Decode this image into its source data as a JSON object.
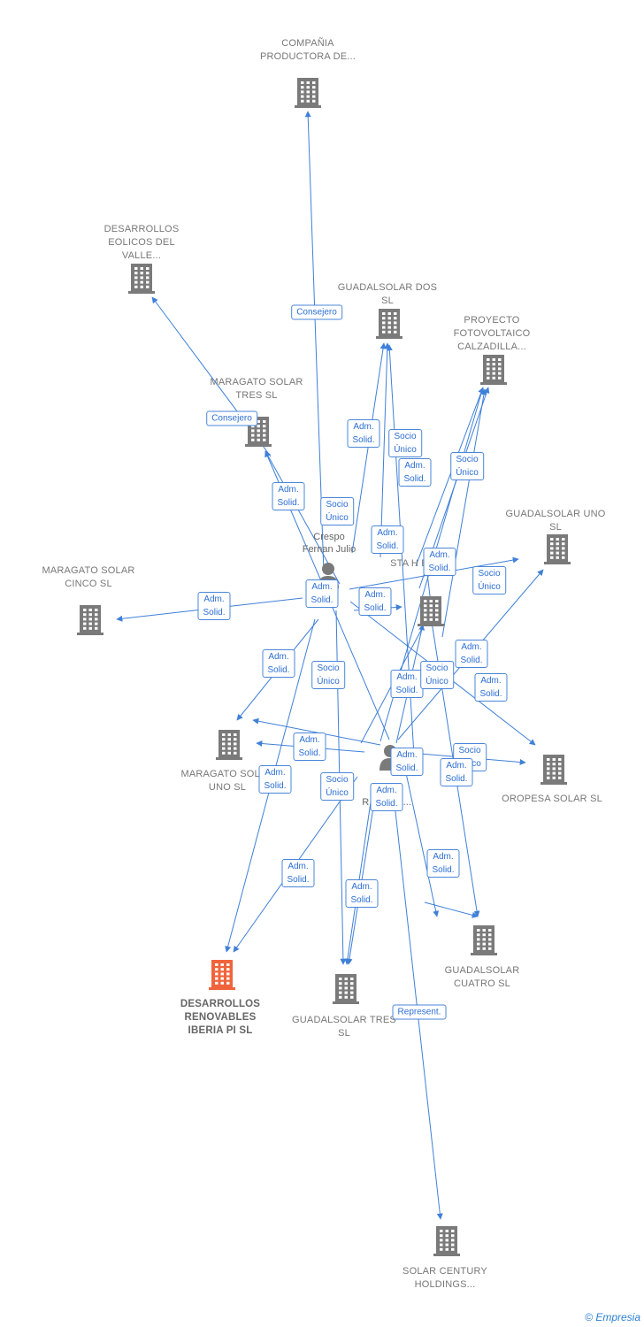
{
  "colors": {
    "edge": "#3f80d8",
    "building": "#7a7a7a",
    "building_main": "#f0643c",
    "person": "#7a7a7a"
  },
  "nodes": [
    {
      "id": "compania",
      "label": "COMPAÑIA PRODUCTORA DE...",
      "type": "company",
      "icon": "building-icon"
    },
    {
      "id": "desarrollos_eolicos",
      "label": "DESARROLLOS EOLICOS DEL VALLE...",
      "type": "company",
      "icon": "building-icon"
    },
    {
      "id": "guadalsolar_dos",
      "label": "GUADALSOLAR DOS SL",
      "type": "company",
      "icon": "building-icon"
    },
    {
      "id": "proyecto",
      "label": "PROYECTO FOTOVOLTAICO CALZADILLA...",
      "type": "company",
      "icon": "building-icon"
    },
    {
      "id": "maragato_tres",
      "label": "MARAGATO SOLAR TRES SL",
      "type": "company",
      "icon": "building-icon"
    },
    {
      "id": "guadalsolar_uno",
      "label": "GUADALSOLAR UNO SL",
      "type": "company",
      "icon": "building-icon"
    },
    {
      "id": "maragato_cinco",
      "label": "MARAGATO SOLAR CINCO SL",
      "type": "company",
      "icon": "building-icon"
    },
    {
      "id": "sta_company",
      "label": "STA H ES L",
      "type": "company",
      "icon": "building-icon"
    },
    {
      "id": "maragato_uno",
      "label": "MARAGATO SOLAR UNO SL",
      "type": "company",
      "icon": "building-icon"
    },
    {
      "id": "oropesa",
      "label": "OROPESA SOLAR SL",
      "type": "company",
      "icon": "building-icon"
    },
    {
      "id": "guadalsolar_cuatro",
      "label": "GUADALSOLAR CUATRO SL",
      "type": "company",
      "icon": "building-icon"
    },
    {
      "id": "desarrollos_renovables",
      "label": "DESARROLLOS RENOVABLES IBERIA PI SL",
      "type": "main",
      "icon": "building-icon"
    },
    {
      "id": "guadalsolar_tres",
      "label": "GUADALSOLAR TRES SL",
      "type": "company",
      "icon": "building-icon"
    },
    {
      "id": "solar_century",
      "label": "SOLAR CENTURY HOLDINGS...",
      "type": "company",
      "icon": "building-icon"
    },
    {
      "id": "crespo",
      "label": "Crespo Fernan Julio",
      "type": "person",
      "icon": "person-icon"
    },
    {
      "id": "person2",
      "label": "R      z Jose-...",
      "type": "person",
      "icon": "person-icon"
    }
  ],
  "edge_labels": [
    {
      "id": "e1",
      "text": "Consejero"
    },
    {
      "id": "e2",
      "text": "Consejero"
    },
    {
      "id": "e3",
      "text": "Adm.\nSolid."
    },
    {
      "id": "e4",
      "text": "Socio\nÚnico"
    },
    {
      "id": "e5",
      "text": "Adm.\nSolid."
    },
    {
      "id": "e6",
      "text": "Socio\nÚnico"
    },
    {
      "id": "e7",
      "text": "Adm.\nSolid."
    },
    {
      "id": "e8",
      "text": "Socio\nÚnico"
    },
    {
      "id": "e9",
      "text": "Adm.\nSolid."
    },
    {
      "id": "e10",
      "text": "Adm.\nSolid."
    },
    {
      "id": "e11",
      "text": "Socio\nÚnico"
    },
    {
      "id": "e12",
      "text": "Adm.\nSolid."
    },
    {
      "id": "e13",
      "text": "Adm.\nSolid."
    },
    {
      "id": "e14",
      "text": "Adm.\nSolid."
    },
    {
      "id": "e15",
      "text": "Adm.\nSolid."
    },
    {
      "id": "e16",
      "text": "Socio\nÚnico"
    },
    {
      "id": "e17",
      "text": "Adm.\nSolid."
    },
    {
      "id": "e18",
      "text": "Adm.\nSolid."
    },
    {
      "id": "e19",
      "text": "Socio\nÚnico"
    },
    {
      "id": "e20",
      "text": "Adm.\nSolid."
    },
    {
      "id": "e21",
      "text": "Adm.\nSolid."
    },
    {
      "id": "e22",
      "text": "Adm.\nSolid."
    },
    {
      "id": "e23",
      "text": "Adm.\nSolid."
    },
    {
      "id": "e24",
      "text": "Socio\nÚnico"
    },
    {
      "id": "e25",
      "text": "Adm.\nSolid."
    },
    {
      "id": "e26",
      "text": "Socio\nÚnico"
    },
    {
      "id": "e27",
      "text": "Adm.\nSolid."
    },
    {
      "id": "e28",
      "text": "Adm.\nSolid."
    },
    {
      "id": "e29",
      "text": "Adm.\nSolid."
    },
    {
      "id": "e30",
      "text": "Adm.\nSolid."
    },
    {
      "id": "e31",
      "text": "Represent."
    }
  ],
  "branding": {
    "copyright": "©",
    "name": "Empresia"
  }
}
